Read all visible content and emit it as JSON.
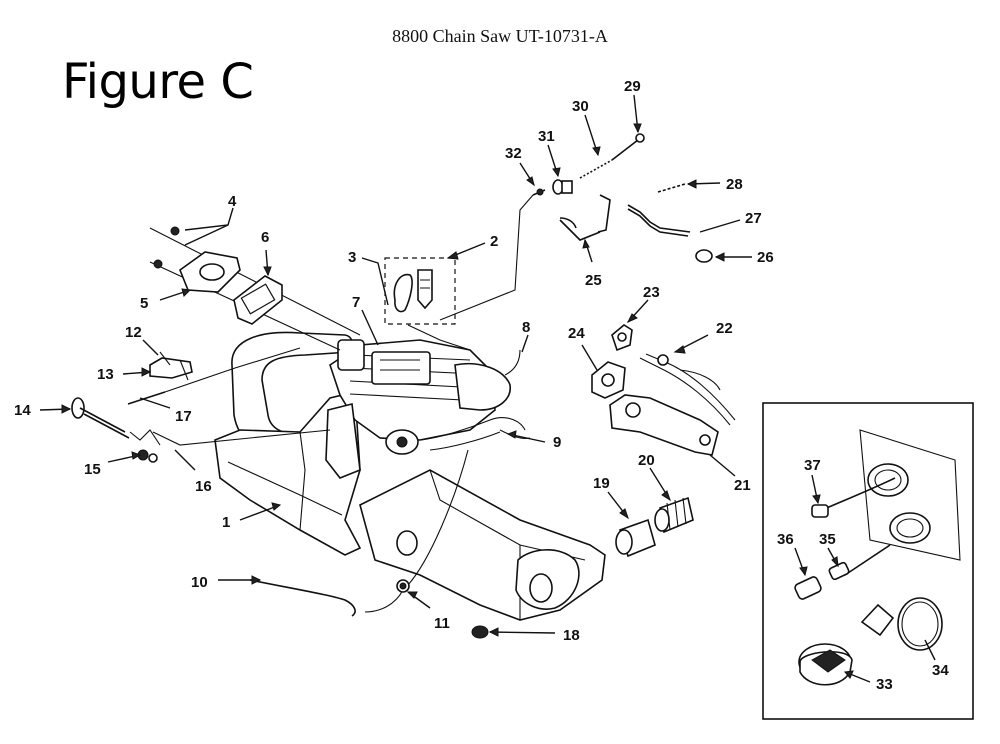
{
  "header": {
    "document_title": "8800 Chain Saw UT-10731-A"
  },
  "figure": {
    "title": "Figure C"
  },
  "callouts": [
    {
      "id": "1",
      "label": "1"
    },
    {
      "id": "2",
      "label": "2"
    },
    {
      "id": "3",
      "label": "3"
    },
    {
      "id": "4",
      "label": "4"
    },
    {
      "id": "5",
      "label": "5"
    },
    {
      "id": "6",
      "label": "6"
    },
    {
      "id": "7",
      "label": "7"
    },
    {
      "id": "8",
      "label": "8"
    },
    {
      "id": "9",
      "label": "9"
    },
    {
      "id": "10",
      "label": "10"
    },
    {
      "id": "11",
      "label": "11"
    },
    {
      "id": "12",
      "label": "12"
    },
    {
      "id": "13",
      "label": "13"
    },
    {
      "id": "14",
      "label": "14"
    },
    {
      "id": "15",
      "label": "15"
    },
    {
      "id": "16",
      "label": "16"
    },
    {
      "id": "17",
      "label": "17"
    },
    {
      "id": "18",
      "label": "18"
    },
    {
      "id": "19",
      "label": "19"
    },
    {
      "id": "20",
      "label": "20"
    },
    {
      "id": "21",
      "label": "21"
    },
    {
      "id": "22",
      "label": "22"
    },
    {
      "id": "23",
      "label": "23"
    },
    {
      "id": "24",
      "label": "24"
    },
    {
      "id": "25",
      "label": "25"
    },
    {
      "id": "26",
      "label": "26"
    },
    {
      "id": "27",
      "label": "27"
    },
    {
      "id": "28",
      "label": "28"
    },
    {
      "id": "29",
      "label": "29"
    },
    {
      "id": "30",
      "label": "30"
    },
    {
      "id": "31",
      "label": "31"
    },
    {
      "id": "32",
      "label": "32"
    },
    {
      "id": "33",
      "label": "33"
    },
    {
      "id": "34",
      "label": "34"
    },
    {
      "id": "35",
      "label": "35"
    },
    {
      "id": "36",
      "label": "36"
    },
    {
      "id": "37",
      "label": "37"
    }
  ]
}
